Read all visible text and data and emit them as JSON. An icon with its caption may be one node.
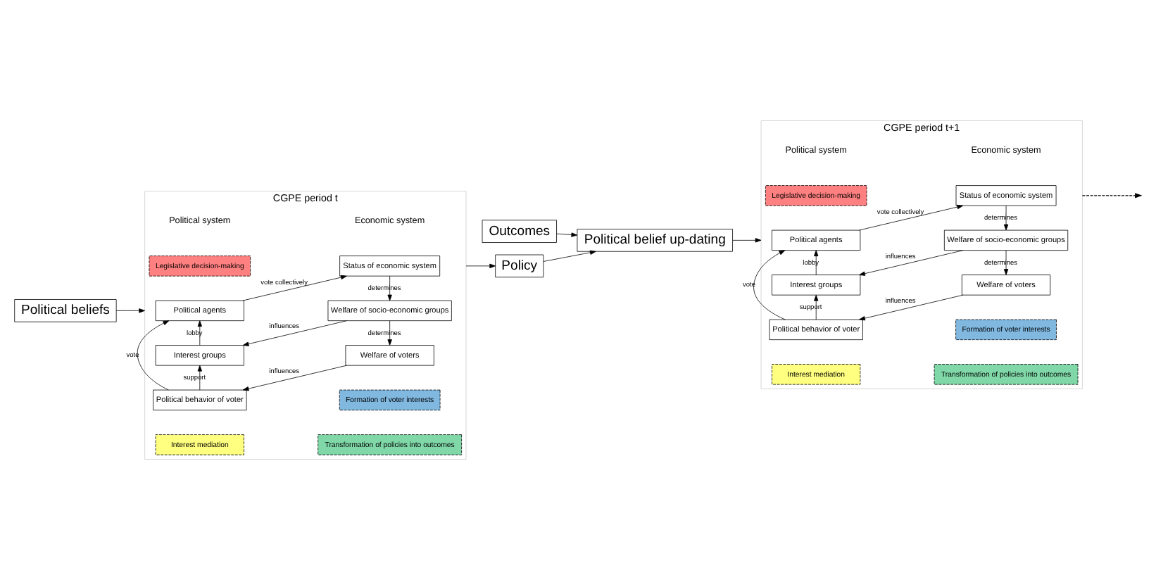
{
  "diagram": {
    "nodes": [
      {
        "text": [
          "CGPE period t"
        ]
      },
      {
        "text": [
          "Legislative decision-making"
        ],
        "in": 0
      },
      {
        "text": [
          "Interest mediation"
        ],
        "in": 0
      },
      {
        "text": [
          "Transformation of policies into outcomes"
        ],
        "in": 0
      },
      {
        "text": [
          "Formation of voter interests"
        ],
        "in": 0
      },
      {
        "text": [
          "Political agents"
        ],
        "in": 0
      },
      {
        "text": [
          "Status of economic system"
        ],
        "in": 0
      },
      {
        "text": [
          "Interest groups"
        ],
        "in": 0
      },
      {
        "text": [
          "Welfare of socio-economic groups"
        ],
        "in": 0
      },
      {
        "text": [
          "Political behavior of voter"
        ],
        "in": 0
      },
      {
        "text": [
          "Welfare of voters"
        ],
        "in": 0
      },
      {
        "text": [
          "Policy"
        ]
      },
      {
        "text": [
          "Outcomes"
        ]
      },
      {
        "text": [
          "Political beliefs"
        ]
      },
      {
        "text": [
          "CGPE period t+1"
        ]
      },
      {
        "text": [
          "Legislative decision-making"
        ],
        "in": 14
      },
      {
        "text": [
          "Interest mediation"
        ],
        "in": 14
      },
      {
        "text": [
          "Transformation of policies into outcomes"
        ],
        "in": 14
      },
      {
        "text": [
          "Formation of voter interests"
        ],
        "in": 14
      },
      {
        "text": [
          "Political agents"
        ],
        "in": 14
      },
      {
        "text": [
          "Status of economic system"
        ],
        "in": 14
      },
      {
        "text": [
          "Interest groups"
        ],
        "in": 14
      },
      {
        "text": [
          "Welfare of socio-economic groups"
        ],
        "in": 14
      },
      {
        "text": [
          "Political behavior of voter"
        ],
        "in": 14
      },
      {
        "text": [
          "Welfare of voters"
        ],
        "in": 14
      },
      {
        "text": [
          "Political belief up-dating"
        ]
      }
    ],
    "edges": [
      {
        "from": 5,
        "to": 6,
        "arrow": "to",
        "label": "vote collectively"
      },
      {
        "from": 6,
        "to": 8,
        "arrow": "to",
        "label": "determines"
      },
      {
        "from": 8,
        "to": 10,
        "arrow": "to",
        "label": "determines"
      },
      {
        "from": 8,
        "to": 7,
        "arrow": "to",
        "label": "influences"
      },
      {
        "from": 10,
        "to": 9,
        "arrow": "to",
        "label": "influences"
      },
      {
        "from": 9,
        "to": 7,
        "arrow": "to",
        "label": "support"
      },
      {
        "from": 7,
        "to": 5,
        "arrow": "to",
        "label": "lobby"
      },
      {
        "from": 9,
        "to": 5,
        "arrow": "to",
        "label": "vote"
      },
      {
        "from": 13,
        "to": 0,
        "arrow": "to"
      },
      {
        "from": 0,
        "to": 11,
        "arrow": "to"
      },
      {
        "from": 11,
        "to": 25,
        "arrow": "to"
      },
      {
        "from": 12,
        "to": 25,
        "arrow": "to"
      },
      {
        "from": 25,
        "to": 14,
        "arrow": "to"
      },
      {
        "from": 19,
        "to": 20,
        "arrow": "to",
        "label": "vote collectively"
      },
      {
        "from": 20,
        "to": 22,
        "arrow": "to",
        "label": "determines"
      },
      {
        "from": 22,
        "to": 24,
        "arrow": "to",
        "label": "determines"
      },
      {
        "from": 22,
        "to": 21,
        "arrow": "to",
        "label": "influences"
      },
      {
        "from": 24,
        "to": 23,
        "arrow": "to",
        "label": "influences"
      },
      {
        "from": 23,
        "to": 21,
        "arrow": "to",
        "label": "support"
      },
      {
        "from": 21,
        "to": 19,
        "arrow": "to",
        "label": "lobby"
      },
      {
        "from": 23,
        "to": 19,
        "arrow": "to",
        "label": "vote"
      },
      {
        "from": 14,
        "to": null,
        "arrow": "to",
        "style": "dashed"
      }
    ],
    "labels": [
      "Political system",
      "Economic system",
      "Political system",
      "Economic system"
    ]
  }
}
